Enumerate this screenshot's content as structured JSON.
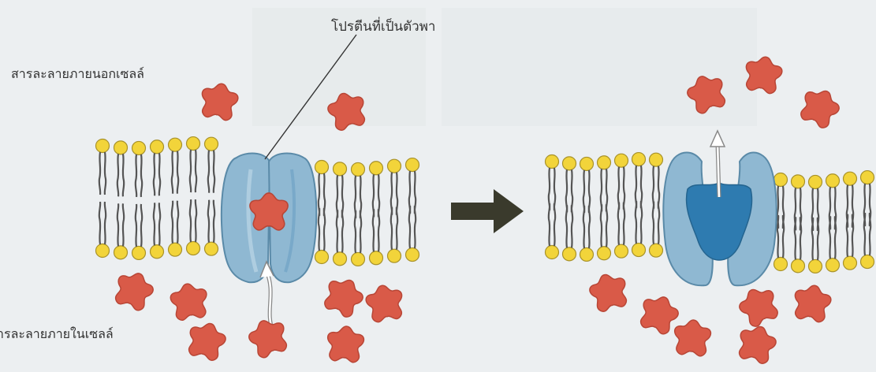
{
  "labels": {
    "carrier_protein": "โปรตีนที่เป็นตัวพา",
    "extracellular_solution": "สารละลายภายนอกเซลล์",
    "intracellular_solution": "ารละลายภายในเซลล์"
  },
  "colors": {
    "background": "#eceff1",
    "lipid_head": "#f2d43a",
    "lipid_tail": "#555555",
    "protein_light": "#8fb8d2",
    "protein_mid": "#6fa3c4",
    "protein_dark": "#2e7bb0",
    "solute": "#d95a48",
    "arrow": "#3a3a2c"
  },
  "icons": [
    "solute-molecule-icon",
    "process-arrow-icon"
  ]
}
